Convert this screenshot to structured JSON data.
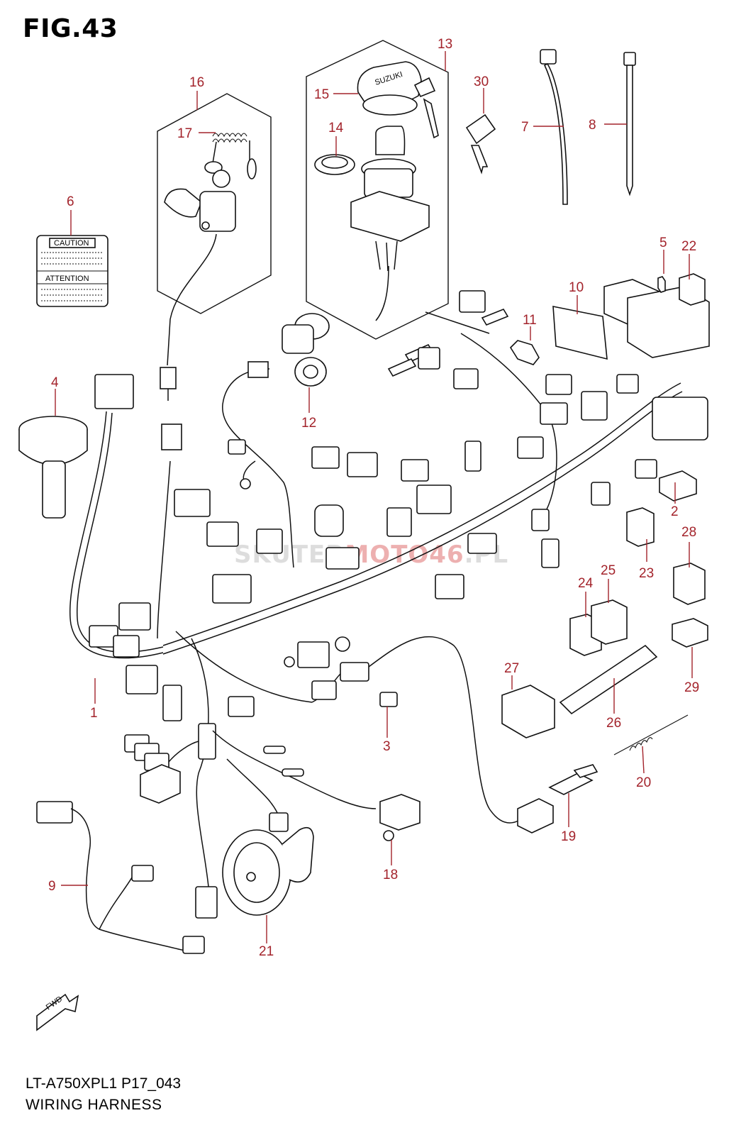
{
  "figure": {
    "title": "FIG.43",
    "code": "LT-A750XPL1 P17_043",
    "name": "WIRING HARNESS"
  },
  "watermark": {
    "part1": "SKUTER",
    "part2": "MOTO46",
    "suffix": ".PL"
  },
  "decal": {
    "line1": "CAUTION",
    "line2": "ATTENTION"
  },
  "key_brand": "SUZUKI",
  "fwd_label": "FWD",
  "callouts": [
    "1",
    "2",
    "3",
    "4",
    "5",
    "6",
    "7",
    "8",
    "9",
    "10",
    "11",
    "12",
    "13",
    "14",
    "15",
    "16",
    "17",
    "18",
    "19",
    "20",
    "21",
    "22",
    "23",
    "24",
    "25",
    "26",
    "27",
    "28",
    "29",
    "30"
  ],
  "colors": {
    "callout": "#a3232b",
    "line": "#111111"
  }
}
